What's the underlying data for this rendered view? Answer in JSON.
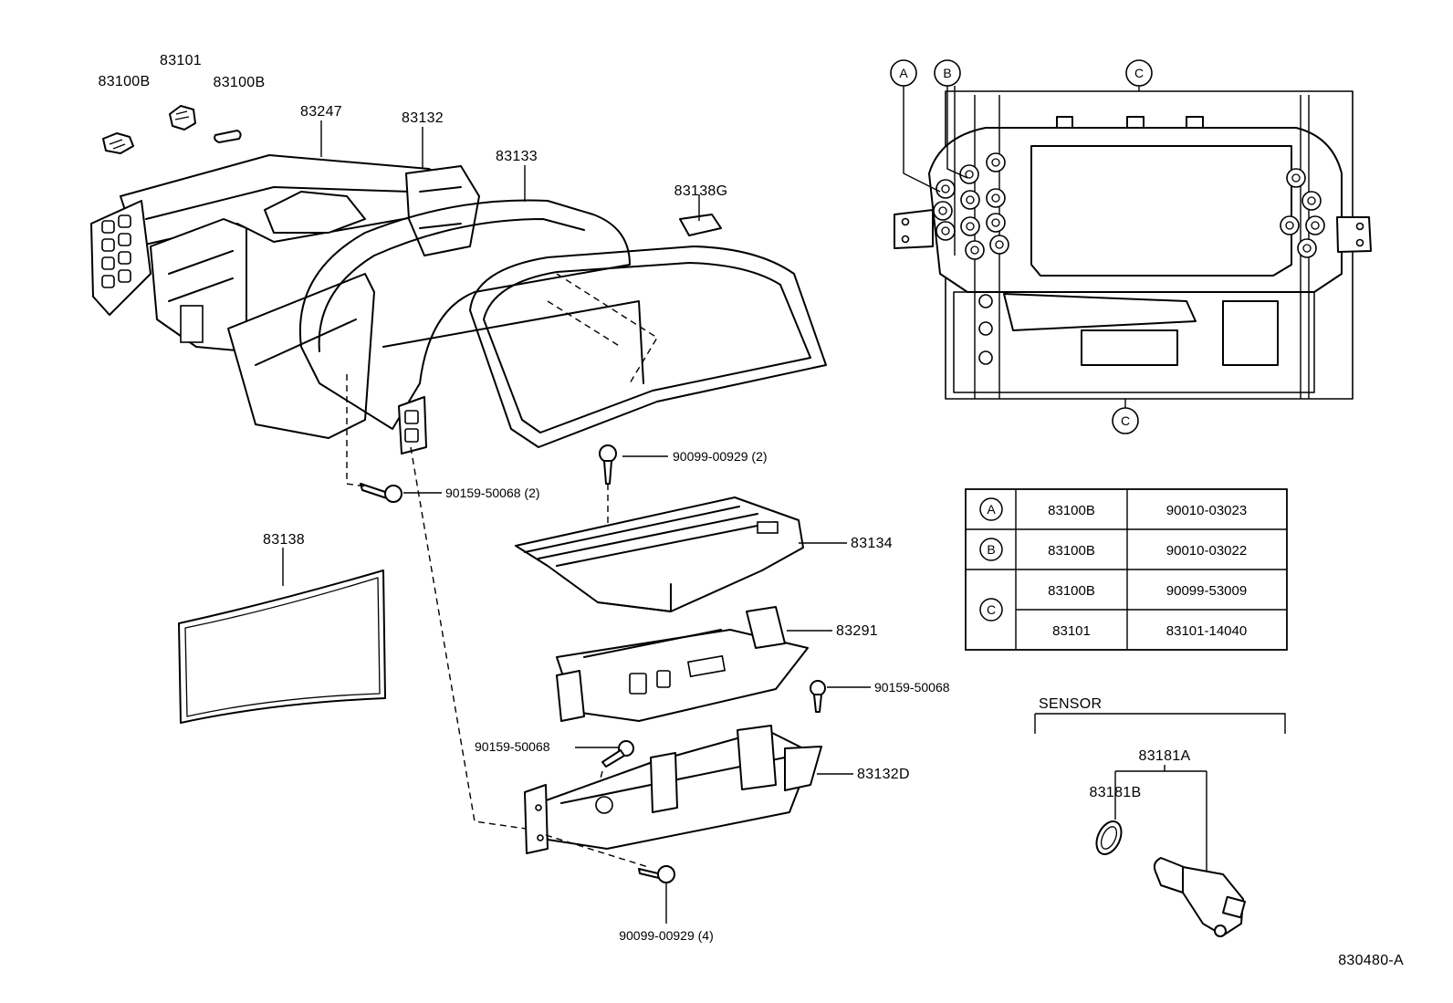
{
  "labels": {
    "p83101": "83101",
    "p83100B_left": "83100B",
    "p83100B_right": "83100B",
    "p83247": "83247",
    "p83132": "83132",
    "p83133": "83133",
    "p83138G": "83138G",
    "p90099_00929_2": "90099-00929 (2)",
    "p90159_50068_2": "90159-50068 (2)",
    "p83138": "83138",
    "p83134": "83134",
    "p83291": "83291",
    "p90159_50068_right": "90159-50068",
    "p90159_50068_left": "90159-50068",
    "p83132D": "83132D",
    "p90099_00929_4": "90099-00929 (4)",
    "sensor": "SENSOR",
    "p83181A": "83181A",
    "p83181B": "83181B",
    "diagram_id": "830480-A"
  },
  "callouts": {
    "a": "A",
    "b": "B",
    "c_top": "C",
    "c_bottom": "C"
  },
  "bulb_table": {
    "rows": [
      {
        "key": "A",
        "part": "83100B",
        "number": "90010-03023"
      },
      {
        "key": "B",
        "part": "83100B",
        "number": "90010-03022"
      },
      {
        "key": "C",
        "part": "83100B",
        "number": "90099-53009"
      },
      {
        "key": "",
        "part": "83101",
        "number": "83101-14040"
      }
    ]
  }
}
